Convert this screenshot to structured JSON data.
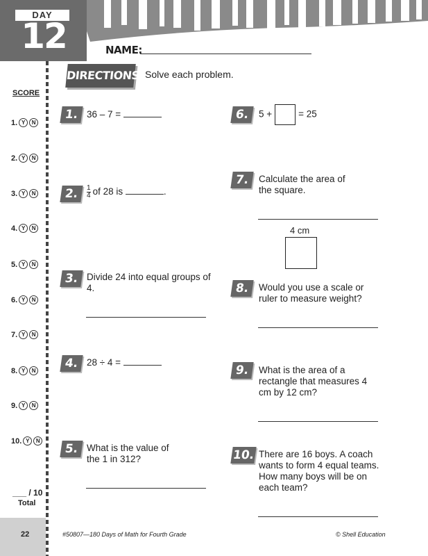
{
  "header": {
    "day_label": "DAY",
    "day_number": "12",
    "name_label": "NAME:"
  },
  "directions": {
    "badge": "DIRECTIONS",
    "text": "Solve each problem."
  },
  "score": {
    "heading": "SCORE",
    "rows": [
      "1.",
      "2.",
      "3.",
      "4.",
      "5.",
      "6.",
      "7.",
      "8.",
      "9.",
      "10."
    ],
    "yes": "Y",
    "no": "N",
    "total_fraction": "___ / 10",
    "total_label": "Total"
  },
  "problems": [
    {
      "num": "1.",
      "text_before": "36 – 7 ="
    },
    {
      "num": "2.",
      "frac_num": "1",
      "frac_den": "4",
      "text": "of 28 is",
      "after": "."
    },
    {
      "num": "3.",
      "text": "Divide 24 into equal groups of 4."
    },
    {
      "num": "4.",
      "text_before": "28 ÷ 4 ="
    },
    {
      "num": "5.",
      "text": "What is the value of the 1 in 312?"
    },
    {
      "num": "6.",
      "text_before": "5 +",
      "text_after": "= 25"
    },
    {
      "num": "7.",
      "text": "Calculate the area of the square.",
      "square_label": "4 cm"
    },
    {
      "num": "8.",
      "text": "Would you use a scale or ruler to measure weight?"
    },
    {
      "num": "9.",
      "text": "What is the area of a rectangle that measures 4 cm by 12 cm?"
    },
    {
      "num": "10.",
      "text": "There are 16 boys.  A coach wants to form 4 equal teams.  How many boys will be on each team?"
    }
  ],
  "footer": {
    "page_number": "22",
    "book": "#50807—180 Days of Math for Fourth Grade",
    "publisher": "© Shell Education"
  }
}
